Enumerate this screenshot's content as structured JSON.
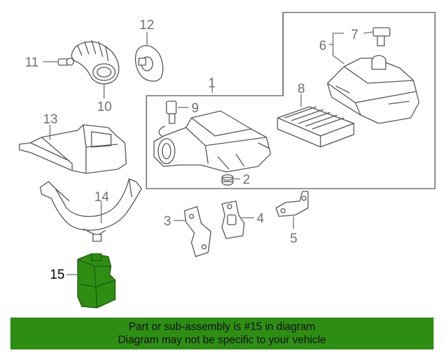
{
  "callouts": {
    "c1": "1",
    "c2": "2",
    "c3": "3",
    "c4": "4",
    "c5": "5",
    "c6": "6",
    "c7": "7",
    "c8": "8",
    "c9": "9",
    "c10": "10",
    "c11": "11",
    "c12": "12",
    "c13": "13",
    "c14": "14",
    "c15": "15"
  },
  "highlight": {
    "part": "15",
    "color": "#2e8e14"
  },
  "banner": {
    "line1": "Part or sub-assembly is #15 in diagram",
    "line2": "Diagram may not be specific to your vehicle",
    "color": "#2e8e14"
  }
}
